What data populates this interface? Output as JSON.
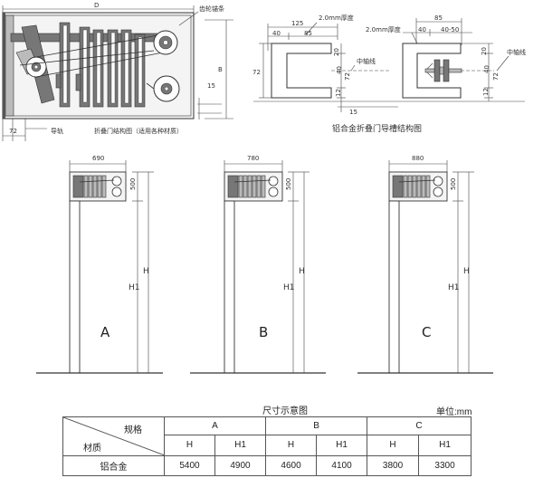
{
  "top_left": {
    "dim_width": "D",
    "dim_height": "B",
    "dim_15": "15",
    "dim_72": "72",
    "label_gear": "齿轮锚条",
    "label_rail": "导轨",
    "caption": "折叠门结构图（适用各种材质）"
  },
  "top_right": {
    "caption": "铝合金折叠门导槽结构图",
    "left_profile": {
      "thickness": "2.0mm厚度",
      "dim_125": "125",
      "dim_40": "40",
      "dim_85": "85",
      "dim_72": "72",
      "dim_20": "20",
      "dim_40b": "40",
      "dim_12": "12",
      "dim_15": "15",
      "axis": "中轴线"
    },
    "right_profile": {
      "thickness": "2.0mm厚度",
      "dim_85": "85",
      "dim_40": "40",
      "dim_4050": "40-50",
      "dim_20": "20",
      "dim_40b": "40",
      "dim_72": "72",
      "dim_12": "12",
      "axis": "中轴线"
    }
  },
  "doors": [
    {
      "label": "A",
      "width": "690",
      "head": "500",
      "h": "H",
      "h1": "H1"
    },
    {
      "label": "B",
      "width": "780",
      "head": "500",
      "h": "H",
      "h1": "H1"
    },
    {
      "label": "C",
      "width": "880",
      "head": "500",
      "h": "H",
      "h1": "H1"
    }
  ],
  "table": {
    "title": "尺寸示意图",
    "unit": "单位:mm",
    "corner_spec": "规格",
    "corner_material": "材质",
    "groups": [
      "A",
      "B",
      "C"
    ],
    "subheaders": [
      "H",
      "H1",
      "H",
      "H1",
      "H",
      "H1"
    ],
    "rows": [
      {
        "material": "铝合金",
        "values": [
          "5400",
          "4900",
          "4600",
          "4100",
          "3800",
          "3300"
        ]
      }
    ]
  }
}
